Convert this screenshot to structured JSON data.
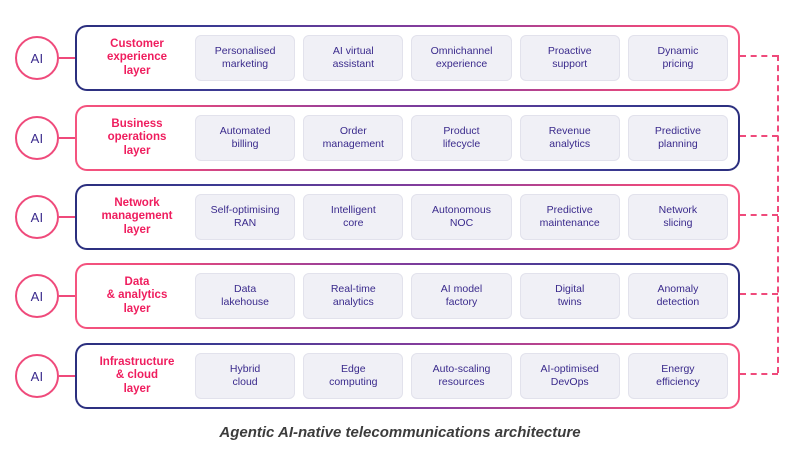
{
  "caption": "Agentic AI-native telecommunications architecture",
  "colors": {
    "accent_pink": "#ef1d5e",
    "node_pink": "#ef4a7b",
    "navy": "#2b2f7e",
    "cell_bg": "#f0f0f6",
    "cell_text": "#3a2a8c",
    "caption_text": "#3c3c3c"
  },
  "node_label": "AI",
  "layers": [
    {
      "title": "Customer\nexperience\nlayer",
      "gradient": "navy-to-pink",
      "capabilities": [
        "Personalised\nmarketing",
        "AI virtual\nassistant",
        "Omnichannel\nexperience",
        "Proactive\nsupport",
        "Dynamic\npricing"
      ]
    },
    {
      "title": "Business\noperations\nlayer",
      "gradient": "pink-to-navy",
      "capabilities": [
        "Automated\nbilling",
        "Order\nmanagement",
        "Product\nlifecycle",
        "Revenue\nanalytics",
        "Predictive\nplanning"
      ]
    },
    {
      "title": "Network\nmanagement\nlayer",
      "gradient": "navy-to-pink",
      "capabilities": [
        "Self-optimising\nRAN",
        "Intelligent\ncore",
        "Autonomous\nNOC",
        "Predictive\nmaintenance",
        "Network\nslicing"
      ]
    },
    {
      "title": "Data\n& analytics\nlayer",
      "gradient": "pink-to-navy",
      "capabilities": [
        "Data\nlakehouse",
        "Real-time\nanalytics",
        "AI model\nfactory",
        "Digital\ntwins",
        "Anomaly\ndetection"
      ]
    },
    {
      "title": "Infrastructure\n& cloud\nlayer",
      "gradient": "navy-to-pink",
      "capabilities": [
        "Hybrid\ncloud",
        "Edge\ncomputing",
        "Auto-scaling\nresources",
        "AI-optimised\nDevOps",
        "Energy\nefficiency"
      ]
    }
  ]
}
